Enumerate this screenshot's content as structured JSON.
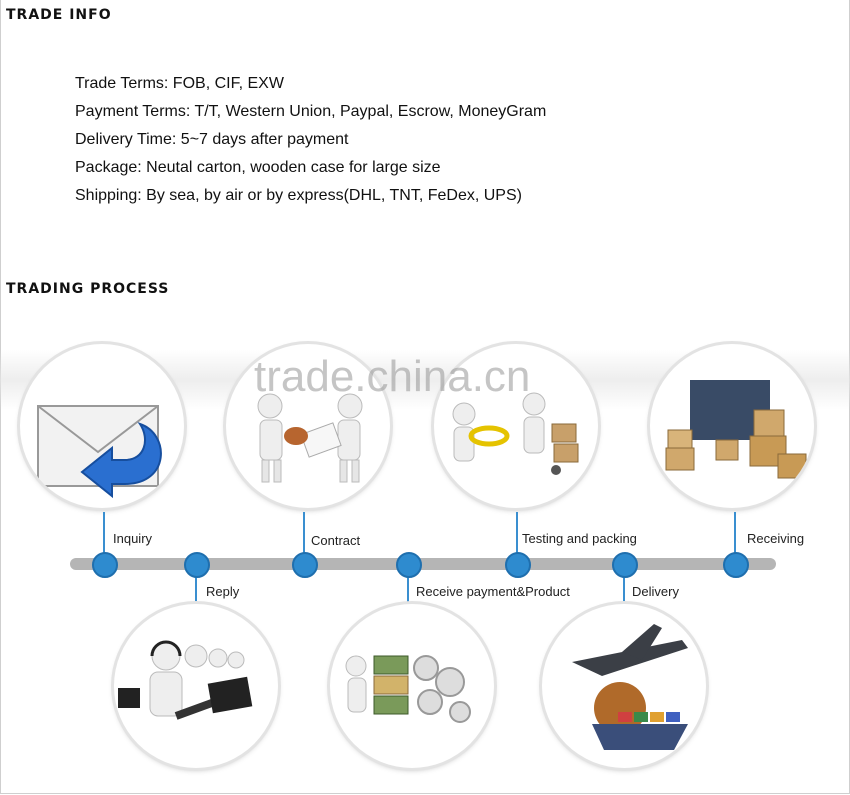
{
  "trade_info": {
    "title": "TRADE  INFO",
    "lines": [
      "Trade Terms: FOB, CIF, EXW",
      "Payment Terms: T/T, Western Union, Paypal, Escrow, MoneyGram",
      "Delivery Time: 5~7 days after payment",
      "Package: Neutal carton, wooden case for large size",
      "Shipping: By sea, by air or by express(DHL, TNT, FeDex, UPS)"
    ]
  },
  "trading_process": {
    "title": "TRADING  PROCESS",
    "watermark": "trade.china.cn",
    "steps": [
      "Inquiry",
      "Reply",
      "Contract",
      "Receive payment&Product",
      "Testing and packing",
      "Delivery",
      "Receiving"
    ]
  },
  "colors": {
    "accent": "#2e8bcf",
    "timeline": "#b5b5b5"
  }
}
